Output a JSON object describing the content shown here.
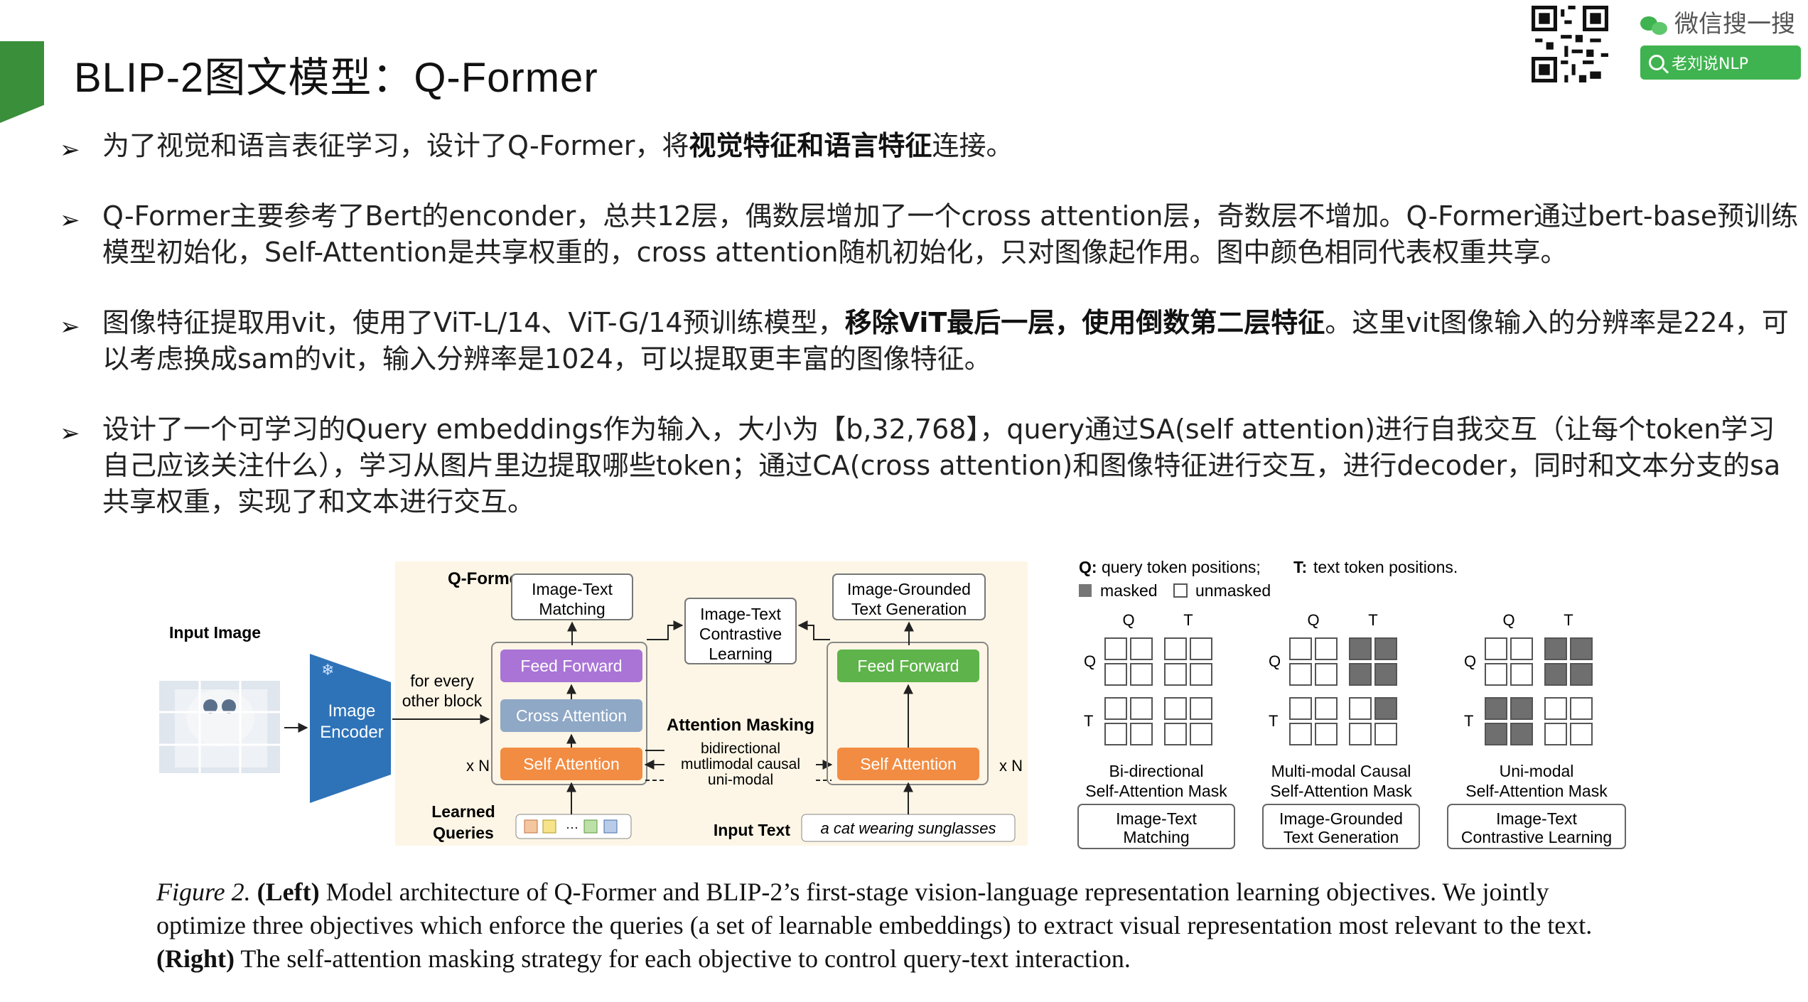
{
  "header": {
    "title": "BLIP-2图文模型：Q-Former",
    "wechat_label": "微信搜一搜",
    "search_label": "老刘说NLP"
  },
  "bullets": [
    {
      "pre": "为了视觉和语言表征学习，设计了Q-Former，将",
      "bold": "视觉特征和语言特征",
      "post": "连接。",
      "bold2": "",
      "post2": ""
    },
    {
      "pre": "Q-Former主要参考了Bert的enconder，总共12层，偶数层增加了一个cross  attention层，奇数层不增加。Q-Former通过bert-base预训练模型初始化，Self-Attention是共享权重的，cross  attention随机初始化，只对图像起作用。图中颜色相同代表权重共享。",
      "bold": "",
      "post": "",
      "bold2": "",
      "post2": ""
    },
    {
      "pre": "图像特征提取用vit，使用了ViT-L/14、ViT-G/14预训练模型，",
      "bold": "移除ViT最后一层，使用倒数第二层特征",
      "post": "。这里vit图像输入的分辨率是224，可以考虑换成sam的vit，输入分辨率是1024，可以提取更丰富的图像特征。",
      "bold2": "",
      "post2": ""
    },
    {
      "pre": "设计了一个可学习的Query  embeddings作为输入，大小为【b,32,768】，query通过SA(self  attention)进行自我交互（让每个token学习自己应该关注什么），学习从图片里边提取哪些token；通过CA(cross  attention)和图像特征进行交互，进行decoder，同时和文本分支的sa共享权重，实现了和文本进行交互。",
      "bold": "",
      "post": "",
      "bold2": "",
      "post2": ""
    }
  ],
  "figure": {
    "input_image": "Input Image",
    "image_encoder": [
      "Image",
      "Encoder"
    ],
    "for_every": [
      "for every",
      "other block"
    ],
    "qformer": "Q-Former",
    "itm": [
      "Image-Text",
      "Matching"
    ],
    "itc": [
      "Image-Text",
      "Contrastive",
      "Learning"
    ],
    "itg": [
      "Image-Grounded",
      "Text Generation"
    ],
    "feed_forward": "Feed Forward",
    "cross_attention": "Cross Attention",
    "self_attention": "Self Attention",
    "attention_masking": "Attention Masking",
    "mask_types": [
      "bidirectional",
      "mutlimodal causal",
      "uni-modal"
    ],
    "xn": "x N",
    "learned_queries": [
      "Learned",
      "Queries"
    ],
    "input_text": "Input Text",
    "text_example": "a cat wearing sunglasses",
    "legend_line1": "query token positions;",
    "legend_line1b": "text token positions.",
    "legend_Q": "Q:",
    "legend_T": "T:",
    "legend_masked": "masked",
    "legend_unmasked": "unmasked",
    "Q": "Q",
    "T": "T",
    "masks": [
      {
        "title": [
          "Bi-directional",
          "Self-Attention Mask"
        ],
        "task": [
          "Image-Text",
          "Matching"
        ]
      },
      {
        "title": [
          "Multi-modal Causal",
          "Self-Attention Mask"
        ],
        "task": [
          "Image-Grounded",
          "Text Generation"
        ]
      },
      {
        "title": [
          "Uni-modal",
          "Self-Attention Mask"
        ],
        "task": [
          "Image-Text",
          "Contrastive Learning"
        ]
      }
    ]
  },
  "caption": {
    "fig": "Figure 2.",
    "left": "(Left)",
    "text1": " Model architecture of Q-Former and BLIP-2’s first-stage vision-language representation learning objectives. We jointly optimize three objectives which enforce the queries (a set of learnable embeddings) to extract visual representation most relevant to the text. ",
    "right": "(Right)",
    "text2": " The self-attention masking strategy for each objective to control query-text interaction."
  },
  "colors": {
    "green": "#3a8f3a",
    "wechat": "#3fb34f",
    "feed": "#a974d6",
    "cross": "#8fa8c6",
    "self": "#f28c42",
    "ff_green": "#5eb34a",
    "encoder": "#2e73b8"
  }
}
